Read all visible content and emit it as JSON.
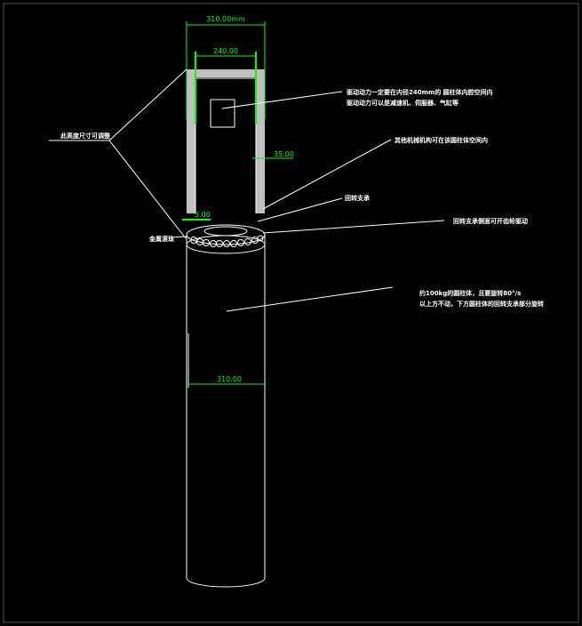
{
  "dimensions": {
    "outer_top": "310.00mm",
    "inner_top": "240.00",
    "wall": "35.00",
    "gap": "5.00",
    "cylinder": "310.00"
  },
  "notes": {
    "drive_line1": "驱动动力一定要在内径240mm的 圆柱体内腔空间内",
    "drive_line2": "驱动动力可以是减速机、伺服器、气缸等",
    "other_mechanism": "其他机械机构可在该圆柱体空间内",
    "slewing_bearing": "回转支承",
    "slewing_side": "回转支承侧面可开齿轮驱动",
    "load_line1": "约100kg的圆柱体，且要旋转80°/s",
    "load_line2": "以上方不动，下方圆柱体的回转支承部分旋转",
    "height_adjust": "此高度尺寸可调整",
    "metal_balls": "金属滚珠"
  },
  "colors": {
    "background": "#000000",
    "lines": "#ffffff",
    "dimensions": "#00ff00",
    "housing": "#c0c0c0"
  }
}
